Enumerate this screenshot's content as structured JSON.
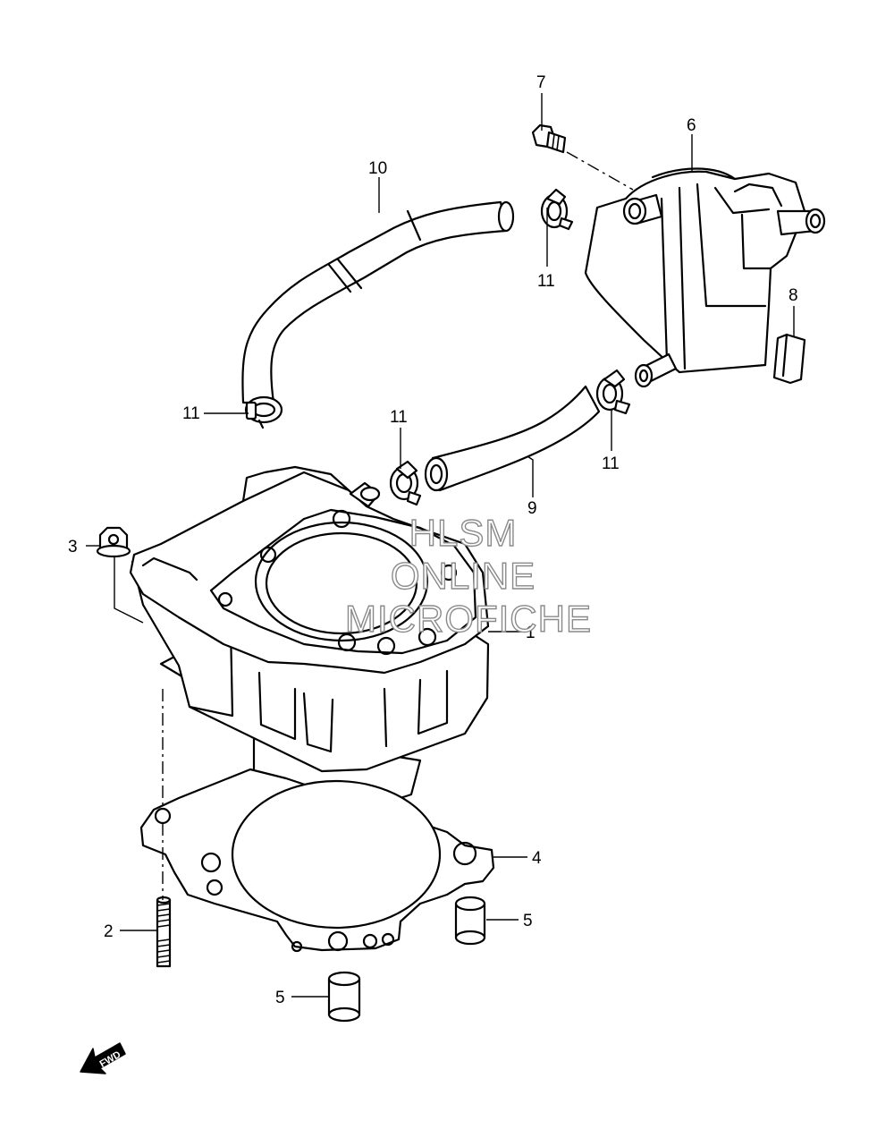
{
  "diagram": {
    "callouts": {
      "c1": "1",
      "c2": "2",
      "c3": "3",
      "c4": "4",
      "c5a": "5",
      "c5b": "5",
      "c6": "6",
      "c7": "7",
      "c8": "8",
      "c9": "9",
      "c10": "10",
      "c11a": "11",
      "c11b": "11",
      "c11c": "11",
      "c11d": "11"
    },
    "watermark": {
      "line1": "HLSM",
      "line2": "ONLINE",
      "line3": "MICROFICHE"
    },
    "fwd_label": "FWD"
  }
}
